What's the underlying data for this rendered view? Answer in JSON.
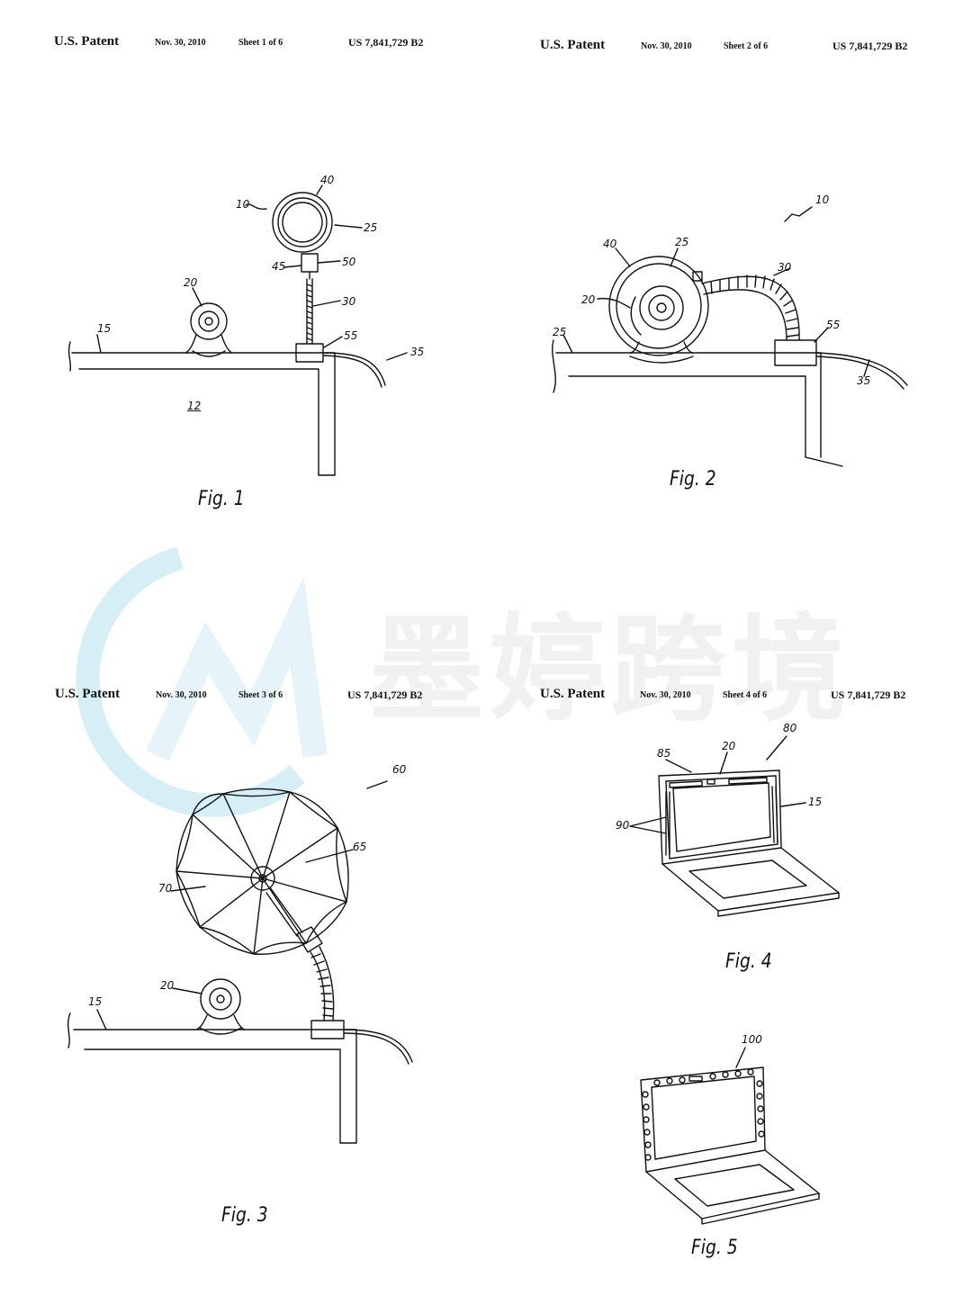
{
  "sheets": [
    {
      "patent_label": "U.S. Patent",
      "date": "Nov. 30, 2010",
      "sheet": "Sheet 1 of 6",
      "number": "US 7,841,729 B2"
    },
    {
      "patent_label": "U.S. Patent",
      "date": "Nov. 30, 2010",
      "sheet": "Sheet 2 of 6",
      "number": "US 7,841,729 B2"
    },
    {
      "patent_label": "U.S. Patent",
      "date": "Nov. 30, 2010",
      "sheet": "Sheet 3 of 6",
      "number": "US 7,841,729 B2"
    },
    {
      "patent_label": "U.S. Patent",
      "date": "Nov. 30, 2010",
      "sheet": "Sheet 4 of 6",
      "number": "US 7,841,729 B2"
    }
  ],
  "figures": {
    "fig1": {
      "caption": "Fig. 1",
      "refs": {
        "r10": "10",
        "r40": "40",
        "r25": "25",
        "r45": "45",
        "r50": "50",
        "r30": "30",
        "r20": "20",
        "r15": "15",
        "r55": "55",
        "r35": "35",
        "r12": "12"
      }
    },
    "fig2": {
      "caption": "Fig. 2",
      "refs": {
        "r10": "10",
        "r40": "40",
        "r25a": "25",
        "r30": "30",
        "r20": "20",
        "r55": "55",
        "r25b": "25",
        "r35": "35"
      }
    },
    "fig3": {
      "caption": "Fig. 3",
      "refs": {
        "r60": "60",
        "r65": "65",
        "r70": "70",
        "r20": "20",
        "r15": "15"
      }
    },
    "fig4": {
      "caption": "Fig. 4",
      "refs": {
        "r85": "85",
        "r20": "20",
        "r80": "80",
        "r15": "15",
        "r90": "90"
      }
    },
    "fig5": {
      "caption": "Fig. 5",
      "refs": {
        "r100": "100"
      }
    }
  },
  "watermark": {
    "text": "墨婷跨境",
    "color": "#9fd3e6"
  }
}
